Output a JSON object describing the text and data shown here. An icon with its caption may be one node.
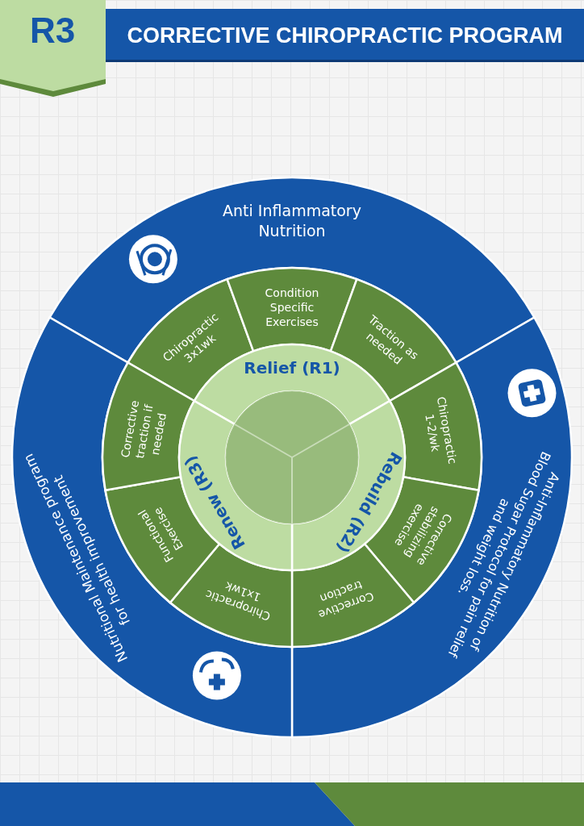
{
  "diagram": {
    "title": "CORRECTIVE CHIROPRACTIC PROGRAM",
    "nodes": [
      {
        "text": [
          "R3"
        ]
      },
      {
        "text": [
          "Anti Inflammatory Nutrition"
        ]
      },
      {
        "text": [
          "Anti-Inflammatory Nutrition of Blood Sugar Protocol for pain relief and weight loss."
        ]
      },
      {
        "text": [
          "Nutritional Maintenance program for health improvement"
        ]
      },
      {
        "text": [
          "Chiropractic 3x1wk"
        ]
      },
      {
        "text": [
          "Condition Specific Exercises"
        ]
      },
      {
        "text": [
          "Traction as needed"
        ]
      },
      {
        "text": [
          "Chiropractic 1-2/wk"
        ]
      },
      {
        "text": [
          "Corrective stabilizing exercise"
        ]
      },
      {
        "text": [
          "Corrective traction"
        ]
      },
      {
        "text": [
          "Chiropractic 1x1wk"
        ]
      },
      {
        "text": [
          "Functional Exercise"
        ]
      },
      {
        "text": [
          "Corrective traction if needed"
        ]
      },
      {
        "text": [
          "Relief (R1)"
        ]
      },
      {
        "text": [
          "Rebuild (R2)"
        ]
      },
      {
        "text": [
          "Renew (R3)"
        ]
      },
      {
        "text": [],
        "shape": "circle"
      }
    ]
  }
}
